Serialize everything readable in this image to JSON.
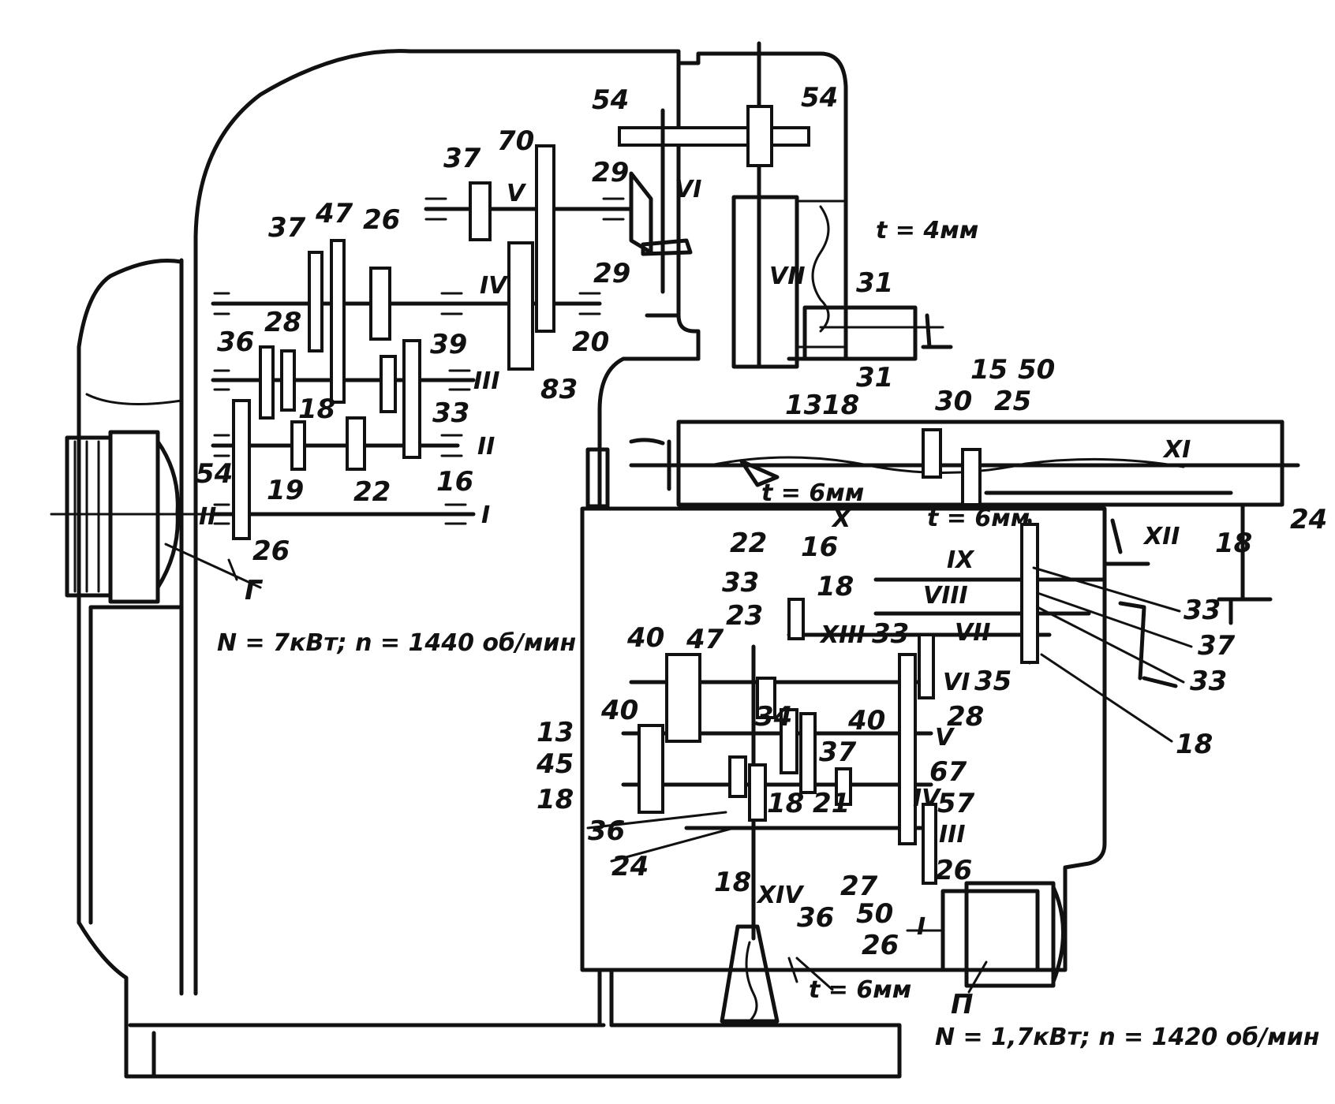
{
  "motors": {
    "main_label": "Г",
    "main_spec": "N = 7кВт; n = 1440 об/мин",
    "feed_label": "П",
    "feed_spec": "N = 1,7кВт; n = 1420 об/мин"
  },
  "pitches": {
    "spindle_screw": "t = 4мм",
    "table_screw": "t = 6мм",
    "cross_screw": "t = 6мм",
    "vertical_screw": "t = 6мм"
  },
  "head_gears": {
    "top_left": "54",
    "top_right": "54",
    "g70": "70",
    "g37": "37",
    "g29a": "29",
    "g29b": "29",
    "g31a": "31",
    "g31b": "31",
    "g20": "20",
    "g83": "83"
  },
  "head_shafts": {
    "v": "V",
    "vi": "VI",
    "vii": "VII",
    "iv": "IV",
    "iii": "III",
    "ii": "II",
    "i": "I"
  },
  "speed_box": {
    "g37": "37",
    "g47": "47",
    "g26": "26",
    "g36": "36",
    "g28": "28",
    "g39": "39",
    "g18": "18",
    "g33": "33",
    "g54": "54",
    "g19": "19",
    "g22": "22",
    "g16": "16",
    "g26b": "26",
    "roman_ii": "II",
    "roman_i": "I"
  },
  "table_gears": {
    "g13": "13",
    "g18": "18",
    "g15": "15",
    "g30": "30",
    "g50": "50",
    "g25": "25",
    "g18b": "18",
    "g24": "24",
    "shaft_xi": "XI",
    "shaft_x": "X"
  },
  "feed_box": {
    "g16": "16",
    "g18": "18",
    "shaft_ix": "IX",
    "shaft_viii": "VIII",
    "shaft_xii": "XII",
    "g22": "22",
    "g33": "33",
    "g23": "23",
    "shaft_xiii": "XIII",
    "g47": "47",
    "g33b": "33",
    "shaft_vii": "VII",
    "g40": "40",
    "shaft_vi": "VI",
    "g35": "35",
    "g28": "28",
    "r33a": "33",
    "r37": "37",
    "r33b": "33",
    "r18": "18",
    "g40b": "40",
    "g34": "34",
    "g40c": "40",
    "shaft_v": "V",
    "g13": "13",
    "g45": "45",
    "g18b": "18",
    "g37": "37",
    "g67": "67",
    "g18c": "18",
    "g21": "21",
    "shaft_iv": "IV",
    "g57": "57",
    "g36": "36",
    "g24": "24",
    "shaft_iii": "III",
    "g18d": "18",
    "g27": "27",
    "g26": "26",
    "shaft_xiv": "XIV",
    "g36b": "36",
    "g50": "50",
    "g26b": "26",
    "shaft_i": "I"
  }
}
